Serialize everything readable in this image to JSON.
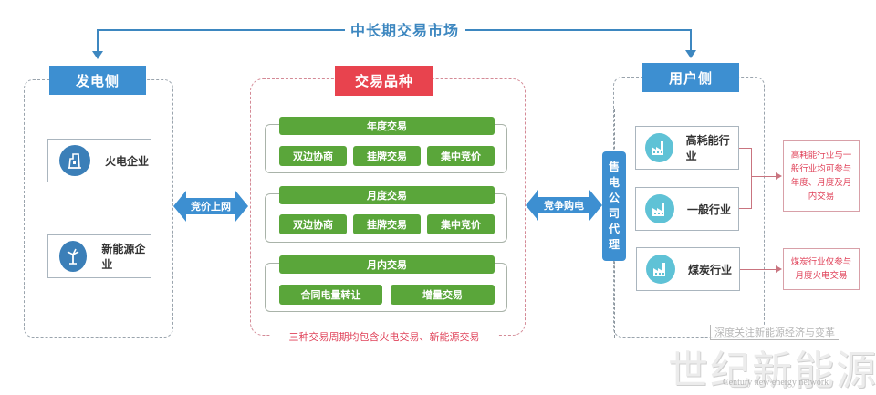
{
  "market": {
    "title": "中长期交易市场"
  },
  "generation_side": {
    "title": "发电侧",
    "companies": [
      {
        "label": "火电企业",
        "icon": "power-plant-icon"
      },
      {
        "label": "新能源企业",
        "icon": "wind-turbine-icon"
      }
    ],
    "arrow_label": "竞价上网"
  },
  "trade_types": {
    "title": "交易品种",
    "groups": [
      {
        "title": "年度交易",
        "items": [
          "双边协商",
          "挂牌交易",
          "集中竞价"
        ]
      },
      {
        "title": "月度交易",
        "items": [
          "双边协商",
          "挂牌交易",
          "集中竞价"
        ]
      },
      {
        "title": "月内交易",
        "items": [
          "合同电量转让",
          "增量交易"
        ]
      }
    ],
    "note": "三种交易周期均包含火电交易、新能源交易"
  },
  "user_side": {
    "title": "用户侧",
    "arrow_label": "竞争购电",
    "agent_label": [
      "售",
      "电",
      "公",
      "司",
      "代",
      "理"
    ],
    "industries": [
      {
        "label": "高耗能行业",
        "icon": "factory-icon"
      },
      {
        "label": "一般行业",
        "icon": "factory-icon"
      },
      {
        "label": "煤炭行业",
        "icon": "factory-icon"
      }
    ],
    "notes": [
      "高耗能行业与一般行业均可参与年度、月度及月内交易",
      "煤炭行业仅参与月度火电交易"
    ]
  },
  "colors": {
    "blue": "#3d8fd1",
    "red": "#e8434e",
    "green": "#5aa63a",
    "note_red": "#e0435a"
  },
  "watermark": {
    "tagline": "深度关注新能源经济与变革",
    "title": "世纪新能源网",
    "subtitle": "Century new energy network"
  }
}
